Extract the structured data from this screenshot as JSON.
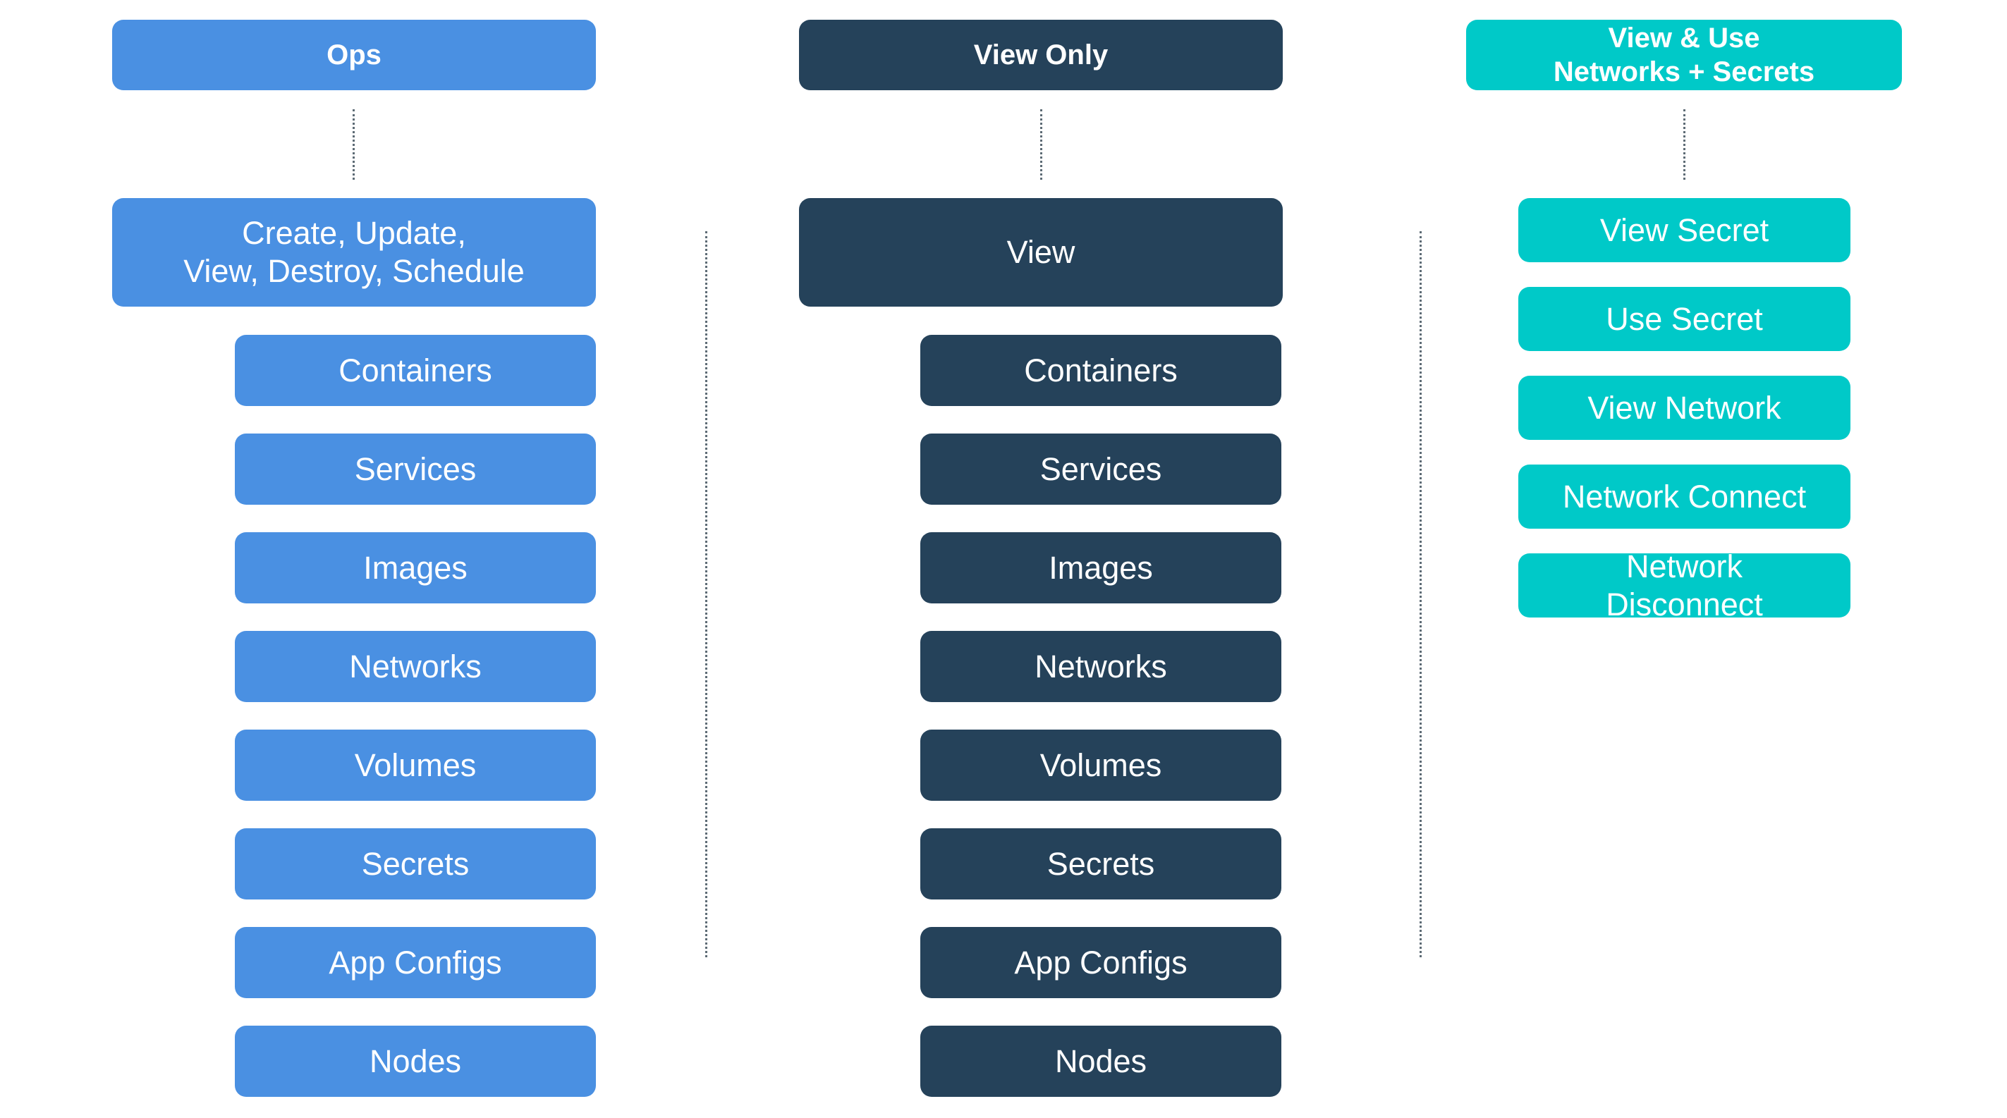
{
  "colors": {
    "ops": "#4a90e2",
    "view_only": "#25425a",
    "view_use": "#00c9c8",
    "connector": "#5d6b75"
  },
  "columns": [
    {
      "id": "ops",
      "header": "Ops",
      "action": "Create, Update,\nView, Destroy, Schedule",
      "items": [
        "Containers",
        "Services",
        "Images",
        "Networks",
        "Volumes",
        "Secrets",
        "App Configs",
        "Nodes"
      ]
    },
    {
      "id": "view_only",
      "header": "View Only",
      "action": "View",
      "items": [
        "Containers",
        "Services",
        "Images",
        "Networks",
        "Volumes",
        "Secrets",
        "App Configs",
        "Nodes"
      ]
    },
    {
      "id": "view_use",
      "header": "View & Use\nNetworks + Secrets",
      "items": [
        "View Secret",
        "Use Secret",
        "View Network",
        "Network Connect",
        "Network\nDisconnect"
      ]
    }
  ]
}
